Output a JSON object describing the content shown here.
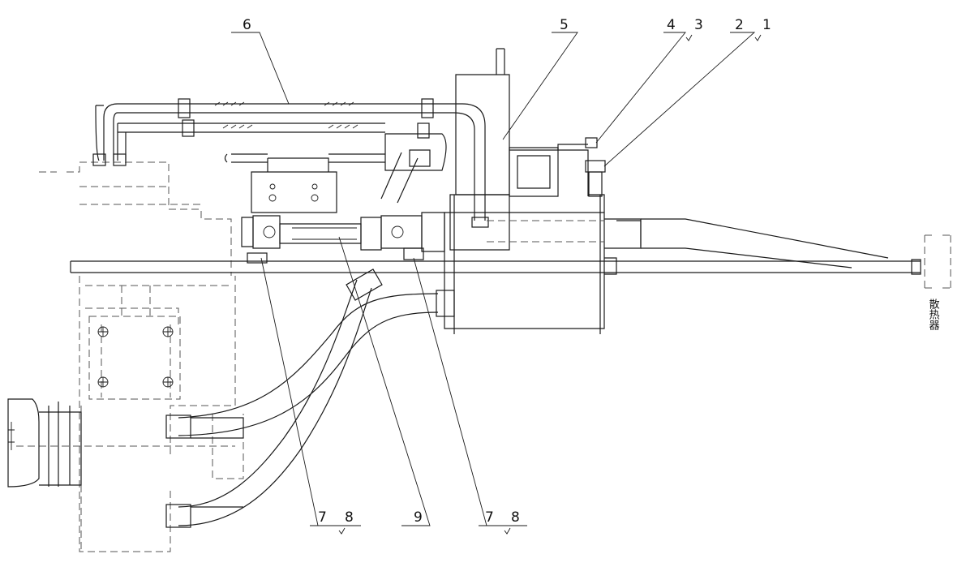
{
  "callouts": {
    "c1": "1",
    "c2": "2",
    "c3": "3",
    "c4": "4",
    "c5": "5",
    "c6": "6",
    "c7a": "7",
    "c8a": "8",
    "c9": "9",
    "c7b": "7",
    "c8b": "8"
  },
  "side_label": "散热器"
}
